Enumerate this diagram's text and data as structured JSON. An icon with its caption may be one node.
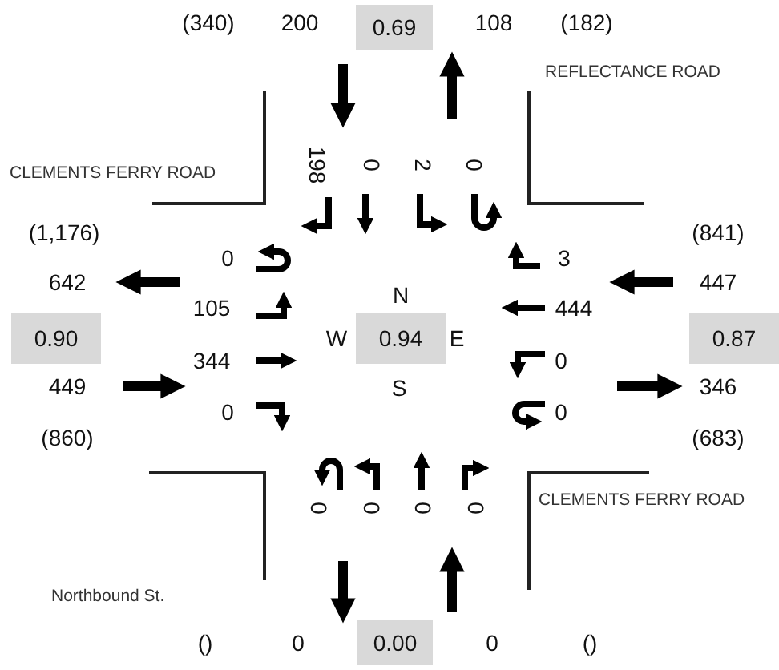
{
  "diagram": {
    "nodes": [
      {
        "text": [
          "0.69"
        ]
      },
      {
        "text": [
          "0.90"
        ]
      },
      {
        "text": [
          "0.94"
        ]
      },
      {
        "text": [
          "0.87"
        ]
      },
      {
        "text": [
          "0.00"
        ]
      }
    ],
    "labels": [
      "(340)",
      "200",
      "108",
      "(182)",
      "REFLECTANCE ROAD",
      "CLEMENTS FERRY ROAD",
      "198",
      "0",
      "2",
      "0",
      "(1,176)",
      "(841)",
      "0",
      "3",
      "642",
      "447",
      "105",
      "N",
      "444",
      "W",
      "E",
      "344",
      "0",
      "449",
      "S",
      "346",
      "0",
      "0",
      "(860)",
      "(683)",
      "0",
      "0",
      "0",
      "0",
      "CLEMENTS FERRY ROAD",
      "Northbound St.",
      "()",
      "0",
      "0",
      "()"
    ]
  }
}
